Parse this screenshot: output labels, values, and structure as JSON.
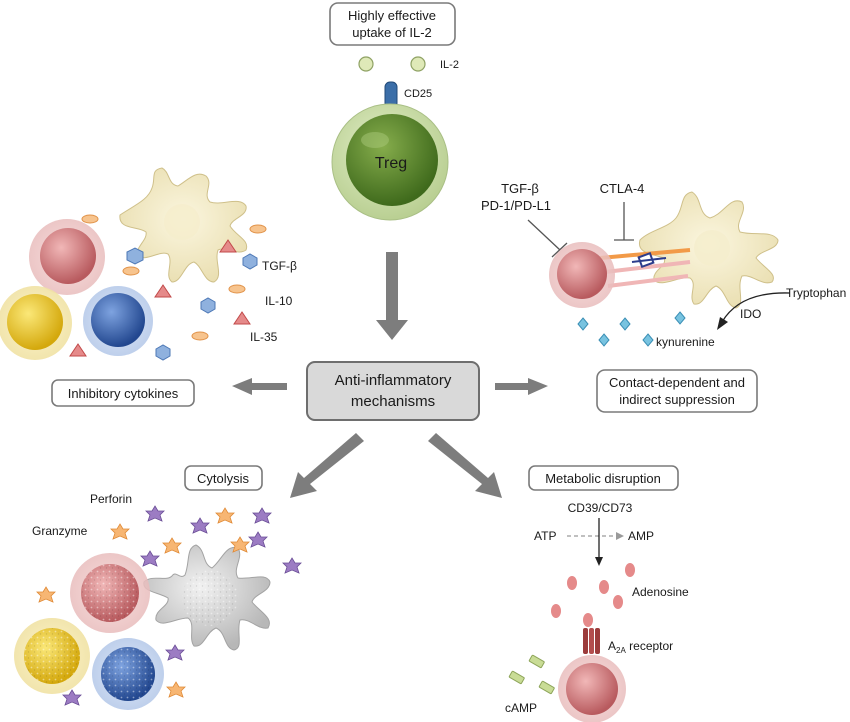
{
  "top_box": [
    "Highly effective",
    "uptake of IL-2"
  ],
  "il2_label": "IL-2",
  "cd25_label": "CD25",
  "treg_label": "Treg",
  "center_box": [
    "Anti-inflammatory",
    "mechanisms"
  ],
  "inhibitory_box": "Inhibitory cytokines",
  "contact_box": [
    "Contact-dependent and",
    "indirect suppression"
  ],
  "cytolysis_box": "Cytolysis",
  "metabolic_box": "Metabolic disruption",
  "cytokines": [
    "TGF-β",
    "IL-10",
    "IL-35"
  ],
  "contact_labels": {
    "tgf": "TGF-β",
    "pd": "PD-1/PD-L1",
    "ctla": "CTLA-4",
    "tryptophan": "Tryptophan",
    "ido": "IDO",
    "kynurenine": "kynurenine"
  },
  "cytolysis_labels": {
    "perforin": "Perforin",
    "granzyme": "Granzyme"
  },
  "metabolic_labels": {
    "cd39": "CD39/CD73",
    "atp": "ATP",
    "amp": "AMP",
    "adenosine": "Adenosine",
    "receptor_main": "A",
    "receptor_sub": "2A",
    "receptor_suffix": " receptor",
    "camp": "cAMP"
  },
  "colors": {
    "treg": "#5c8a2c",
    "red_cell": "#d98a8c",
    "yellow_cell": "#e8c83a",
    "blue_cell": "#3f6db5",
    "dendritic": "#efe6c0",
    "grey_box": "#d9d9d9"
  }
}
